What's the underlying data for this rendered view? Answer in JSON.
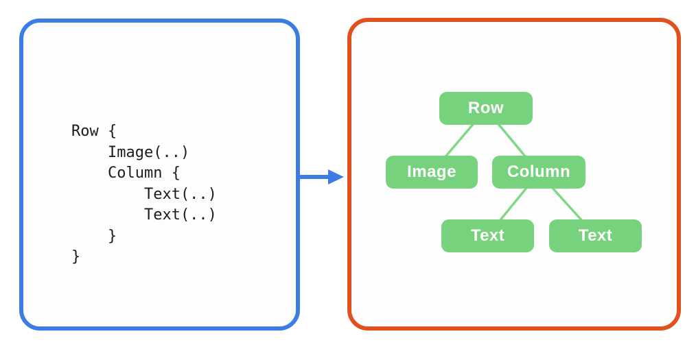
{
  "code_panel": {
    "code": "Row {\n    Image(..)\n    Column {\n        Text(..)\n        Text(..)\n    }\n}",
    "border_color": "#3c7ce5"
  },
  "arrow": {
    "direction": "right",
    "color": "#3c7ce5"
  },
  "tree_panel": {
    "border_color": "#e1511d",
    "node_color": "#77d27d",
    "edge_color": "#80d784",
    "label_color": "#ffffff",
    "nodes": [
      {
        "id": "row",
        "label": "Row"
      },
      {
        "id": "image",
        "label": "Image"
      },
      {
        "id": "column",
        "label": "Column"
      },
      {
        "id": "text-1",
        "label": "Text"
      },
      {
        "id": "text-2",
        "label": "Text"
      }
    ],
    "edges": [
      {
        "from": "row",
        "to": "image"
      },
      {
        "from": "row",
        "to": "column"
      },
      {
        "from": "column",
        "to": "text-1"
      },
      {
        "from": "column",
        "to": "text-2"
      }
    ]
  }
}
